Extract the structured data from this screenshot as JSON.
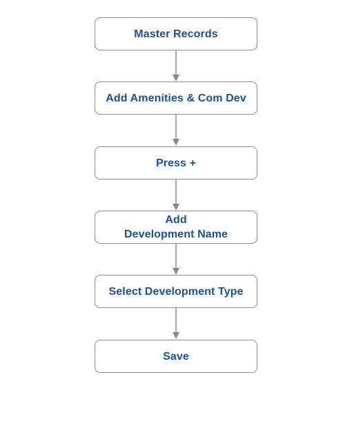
{
  "flowchart": {
    "steps": [
      {
        "label": "Master Records"
      },
      {
        "label": "Add Amenities & Com Dev"
      },
      {
        "label": "Press +"
      },
      {
        "label": "Add\nDevelopment Name"
      },
      {
        "label": "Select Development Type"
      },
      {
        "label": "Save"
      }
    ]
  },
  "colors": {
    "text": "#1a4f9c",
    "border": "#8a8a8a",
    "arrow": "#8a8a8a",
    "background": "#ffffff"
  }
}
